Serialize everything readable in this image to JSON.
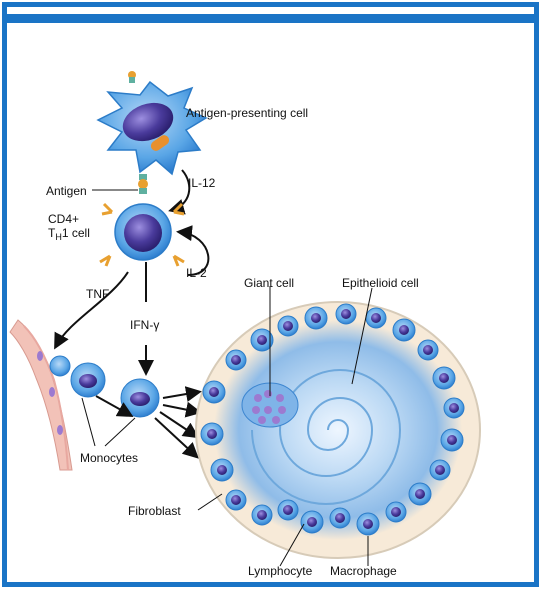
{
  "labels": {
    "apc": "Antigen-presenting cell",
    "il12": "IL-12",
    "antigen": "Antigen",
    "cd4_line1": "CD4+",
    "th_prefix": "T",
    "th_sub": "H",
    "th_suffix": "1 cell",
    "il2": "IL-2",
    "tnf": "TNF",
    "ifn": "IFN-γ",
    "giant_cell": "Giant cell",
    "epithelioid_cell": "Epithelioid cell",
    "monocytes": "Monocytes",
    "fibroblast": "Fibroblast",
    "lymphocyte": "Lymphocyte",
    "macrophage": "Macrophage"
  },
  "colors": {
    "frame": "#1a74c6",
    "cell_blue": "#5aa6e6",
    "cell_light": "#9fc8f0",
    "nucleus": "#4a3b9c",
    "nucleus_light": "#7c6cc8",
    "vessel": "#f2c2b8",
    "receptor": "#e8a030",
    "stroma": "#f7ead8"
  }
}
